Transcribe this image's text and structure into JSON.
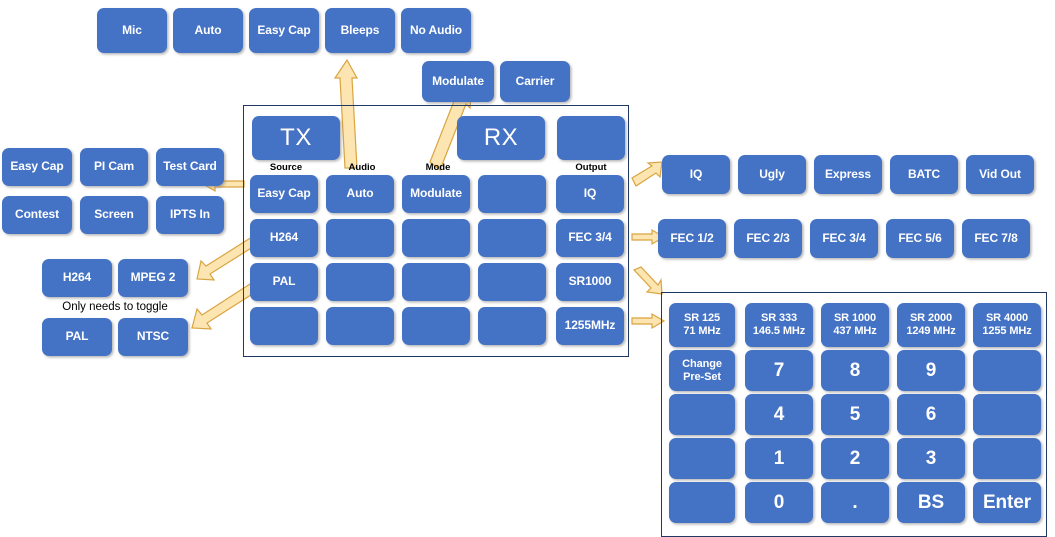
{
  "colors": {
    "button_fill": "#4472C4",
    "button_text": "#FFFFFF",
    "panel_border": "#1F3864",
    "arrow_fill": "#FCE5B0",
    "arrow_border": "#D9A441",
    "background": "#FFFFFF"
  },
  "audio_options": {
    "buttons": [
      {
        "label": "Mic"
      },
      {
        "label": "Auto"
      },
      {
        "label": "Easy Cap"
      },
      {
        "label": "Bleeps"
      },
      {
        "label": "No Audio"
      }
    ]
  },
  "mode_options": {
    "buttons": [
      {
        "label": "Modulate"
      },
      {
        "label": "Carrier"
      }
    ]
  },
  "source_options": {
    "buttons": [
      {
        "label": "Easy Cap"
      },
      {
        "label": "PI Cam"
      },
      {
        "label": "Test Card"
      },
      {
        "label": "Contest"
      },
      {
        "label": "Screen"
      },
      {
        "label": "IPTS In"
      }
    ]
  },
  "codec_options": {
    "buttons": [
      {
        "label": "H264"
      },
      {
        "label": "MPEG 2"
      }
    ],
    "note": "Only needs to toggle",
    "toggle_buttons": [
      {
        "label": "PAL"
      },
      {
        "label": "NTSC"
      }
    ]
  },
  "main_panel": {
    "header": [
      {
        "label": "TX",
        "style": "big"
      },
      {
        "label": "",
        "style": "blank"
      },
      {
        "label": "",
        "style": "blank"
      },
      {
        "label": "RX",
        "style": "big"
      },
      {
        "label": "",
        "style": "blank"
      }
    ],
    "column_labels": [
      "Source",
      "Audio",
      "Mode",
      "",
      "Output"
    ],
    "grid": [
      [
        "Easy Cap",
        "Auto",
        "Modulate",
        "",
        "IQ"
      ],
      [
        "H264",
        "",
        "",
        "",
        "FEC 3/4"
      ],
      [
        "PAL",
        "",
        "",
        "",
        "SR1000"
      ],
      [
        "",
        "",
        "",
        "",
        "1255MHz"
      ]
    ]
  },
  "output_options": {
    "buttons": [
      {
        "label": "IQ"
      },
      {
        "label": "Ugly"
      },
      {
        "label": "Express"
      },
      {
        "label": "BATC"
      },
      {
        "label": "Vid Out"
      }
    ]
  },
  "fec_options": {
    "buttons": [
      {
        "label": "FEC 1/2"
      },
      {
        "label": "FEC 2/3"
      },
      {
        "label": "FEC 3/4"
      },
      {
        "label": "FEC 5/6"
      },
      {
        "label": "FEC 7/8"
      }
    ]
  },
  "keypad_panel": {
    "presets": [
      {
        "line1": "SR 125",
        "line2": "71 MHz"
      },
      {
        "line1": "SR 333",
        "line2": "146.5 MHz"
      },
      {
        "line1": "SR 1000",
        "line2": "437 MHz"
      },
      {
        "line1": "SR 2000",
        "line2": "1249 MHz"
      },
      {
        "line1": "SR 4000",
        "line2": "1255 MHz"
      }
    ],
    "rows": [
      [
        {
          "line1": "Change",
          "line2": "Pre-Set",
          "kind": "two-line"
        },
        {
          "label": "7",
          "kind": "num"
        },
        {
          "label": "8",
          "kind": "num"
        },
        {
          "label": "9",
          "kind": "num"
        },
        {
          "label": "",
          "kind": "blank"
        }
      ],
      [
        {
          "label": "",
          "kind": "blank"
        },
        {
          "label": "4",
          "kind": "num"
        },
        {
          "label": "5",
          "kind": "num"
        },
        {
          "label": "6",
          "kind": "num"
        },
        {
          "label": "",
          "kind": "blank"
        }
      ],
      [
        {
          "label": "",
          "kind": "blank"
        },
        {
          "label": "1",
          "kind": "num"
        },
        {
          "label": "2",
          "kind": "num"
        },
        {
          "label": "3",
          "kind": "num"
        },
        {
          "label": "",
          "kind": "blank"
        }
      ],
      [
        {
          "label": "",
          "kind": "blank"
        },
        {
          "label": "0",
          "kind": "num"
        },
        {
          "label": ".",
          "kind": "num"
        },
        {
          "label": "BS",
          "kind": "num"
        },
        {
          "label": "Enter",
          "kind": "num"
        }
      ]
    ]
  }
}
